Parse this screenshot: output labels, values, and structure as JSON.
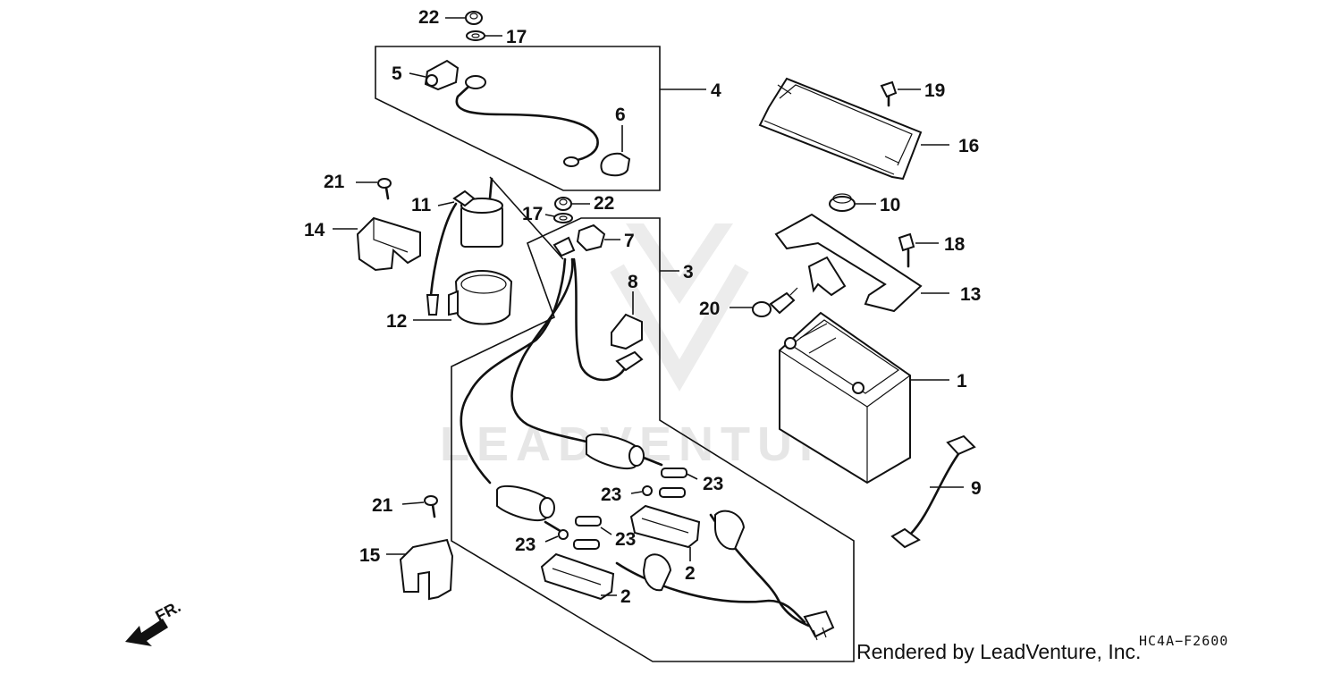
{
  "diagram": {
    "watermark": "LEADVENTURE",
    "credit": "Rendered by LeadVenture, Inc.",
    "code": "HC4A−F2600",
    "front_marker": "FR.",
    "callouts": [
      "1",
      "2",
      "2",
      "3",
      "4",
      "5",
      "6",
      "7",
      "8",
      "9",
      "10",
      "11",
      "12",
      "13",
      "14",
      "15",
      "16",
      "17",
      "17",
      "18",
      "19",
      "20",
      "21",
      "21",
      "22",
      "22",
      "23",
      "23",
      "23",
      "23"
    ]
  }
}
